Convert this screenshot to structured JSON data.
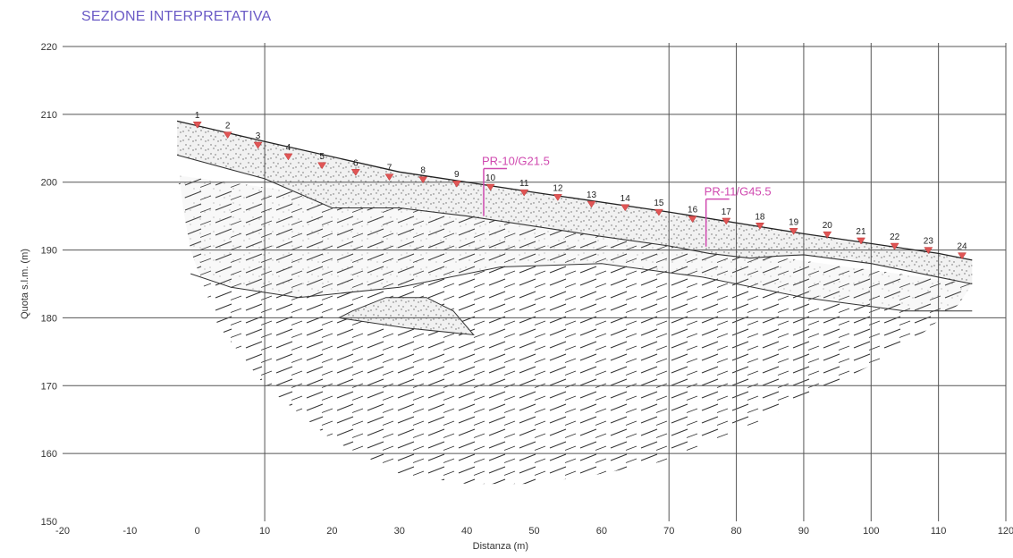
{
  "chart_data": {
    "type": "cross-section",
    "title": "SEZIONE INTERPRETATIVA",
    "xlabel": "Distanza (m)",
    "ylabel": "Quota s.l.m. (m)",
    "xlim": [
      -20,
      120
    ],
    "ylim": [
      150,
      220
    ],
    "x_ticks": [
      "-20",
      "-10",
      "0",
      "10",
      "20",
      "30",
      "40",
      "50",
      "60",
      "70",
      "80",
      "90",
      "100",
      "110",
      "120"
    ],
    "y_ticks": [
      "150",
      "160",
      "170",
      "180",
      "190",
      "200",
      "210",
      "220"
    ],
    "geophones": [
      {
        "label": "1",
        "x": 0,
        "y": 208.5
      },
      {
        "label": "2",
        "x": 4.5,
        "y": 207
      },
      {
        "label": "3",
        "x": 9,
        "y": 205.5
      },
      {
        "label": "4",
        "x": 13.5,
        "y": 203.8
      },
      {
        "label": "5",
        "x": 18.5,
        "y": 202.5
      },
      {
        "label": "6",
        "x": 23.5,
        "y": 201.5
      },
      {
        "label": "7",
        "x": 28.5,
        "y": 200.8
      },
      {
        "label": "8",
        "x": 33.5,
        "y": 200.4
      },
      {
        "label": "9",
        "x": 38.5,
        "y": 199.8
      },
      {
        "label": "10",
        "x": 43.5,
        "y": 199.3
      },
      {
        "label": "11",
        "x": 48.5,
        "y": 198.5
      },
      {
        "label": "12",
        "x": 53.5,
        "y": 197.8
      },
      {
        "label": "13",
        "x": 58.5,
        "y": 196.8
      },
      {
        "label": "14",
        "x": 63.5,
        "y": 196.3
      },
      {
        "label": "15",
        "x": 68.5,
        "y": 195.6
      },
      {
        "label": "16",
        "x": 73.5,
        "y": 194.6
      },
      {
        "label": "17",
        "x": 78.5,
        "y": 194.3
      },
      {
        "label": "18",
        "x": 83.5,
        "y": 193.6
      },
      {
        "label": "19",
        "x": 88.5,
        "y": 192.8
      },
      {
        "label": "20",
        "x": 93.5,
        "y": 192.3
      },
      {
        "label": "21",
        "x": 98.5,
        "y": 191.4
      },
      {
        "label": "22",
        "x": 103.5,
        "y": 190.6
      },
      {
        "label": "23",
        "x": 108.5,
        "y": 190
      },
      {
        "label": "24",
        "x": 113.5,
        "y": 189.2
      }
    ],
    "boreholes": [
      {
        "label": "PR-10/G21.5",
        "x": 42.5,
        "top": 202,
        "bottom": 195
      },
      {
        "label": "PR-11/G45.5",
        "x": 75.5,
        "top": 197.5,
        "bottom": 190.5
      }
    ],
    "surfaces": {
      "ground": [
        [
          -3,
          209
        ],
        [
          10,
          206
        ],
        [
          30,
          201.5
        ],
        [
          50,
          198.5
        ],
        [
          70,
          195.6
        ],
        [
          90,
          192.4
        ],
        [
          110,
          189.5
        ],
        [
          115,
          188.5
        ]
      ],
      "layer1_base": [
        [
          -3,
          204
        ],
        [
          10,
          200.5
        ],
        [
          20,
          196.2
        ],
        [
          30,
          196.2
        ],
        [
          40,
          195
        ],
        [
          60,
          192
        ],
        [
          70,
          190.6
        ],
        [
          76,
          189.5
        ],
        [
          82,
          188.8
        ],
        [
          86,
          189.1
        ],
        [
          90,
          189.3
        ],
        [
          100,
          188
        ],
        [
          110,
          186
        ],
        [
          115,
          185
        ]
      ],
      "layer2_base": [
        [
          -1,
          186.5
        ],
        [
          5,
          184.5
        ],
        [
          15,
          183
        ],
        [
          30,
          184.5
        ],
        [
          45,
          187.5
        ],
        [
          60,
          188
        ],
        [
          75,
          186
        ],
        [
          90,
          183
        ],
        [
          105,
          181
        ],
        [
          115,
          181
        ]
      ],
      "lens": [
        [
          23,
          181
        ],
        [
          28,
          183
        ],
        [
          34,
          183
        ],
        [
          38,
          181
        ],
        [
          41,
          177.5
        ],
        [
          31,
          178.5
        ],
        [
          21,
          180
        ]
      ],
      "basin": [
        [
          -3,
          201
        ],
        [
          -1,
          190
        ],
        [
          3,
          179
        ],
        [
          10,
          170
        ],
        [
          20,
          162
        ],
        [
          30,
          157
        ],
        [
          40,
          155.5
        ],
        [
          50,
          155.5
        ],
        [
          60,
          157
        ],
        [
          70,
          159
        ],
        [
          80,
          163
        ],
        [
          90,
          168
        ],
        [
          100,
          173
        ],
        [
          108,
          178
        ],
        [
          113,
          182
        ],
        [
          115,
          185
        ]
      ]
    },
    "grid": true,
    "legend": "none"
  }
}
